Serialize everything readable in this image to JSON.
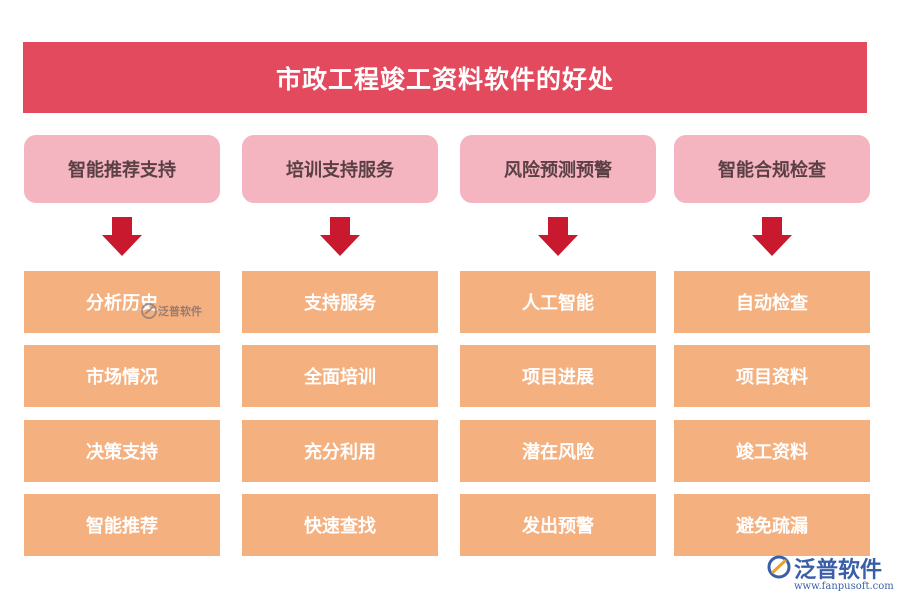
{
  "title": "市政工程竣工资料软件的好处",
  "columns": [
    {
      "header": "智能推荐支持",
      "items": [
        "分析历史",
        "市场情况",
        "决策支持",
        "智能推荐"
      ]
    },
    {
      "header": "培训支持服务",
      "items": [
        "支持服务",
        "全面培训",
        "充分利用",
        "快速查找"
      ]
    },
    {
      "header": "风险预测预警",
      "items": [
        "人工智能",
        "项目进展",
        "潜在风险",
        "发出预警"
      ]
    },
    {
      "header": "智能合规检查",
      "items": [
        "自动检查",
        "项目资料",
        "竣工资料",
        "避免疏漏"
      ]
    }
  ],
  "watermark": {
    "brand": "泛普软件",
    "url": "www.fanpusoft.com"
  },
  "colors": {
    "title_bg": "#e34a5e",
    "header_bg": "#f4b5c0",
    "item_bg": "#f5b07f",
    "arrow": "#c8192f"
  }
}
